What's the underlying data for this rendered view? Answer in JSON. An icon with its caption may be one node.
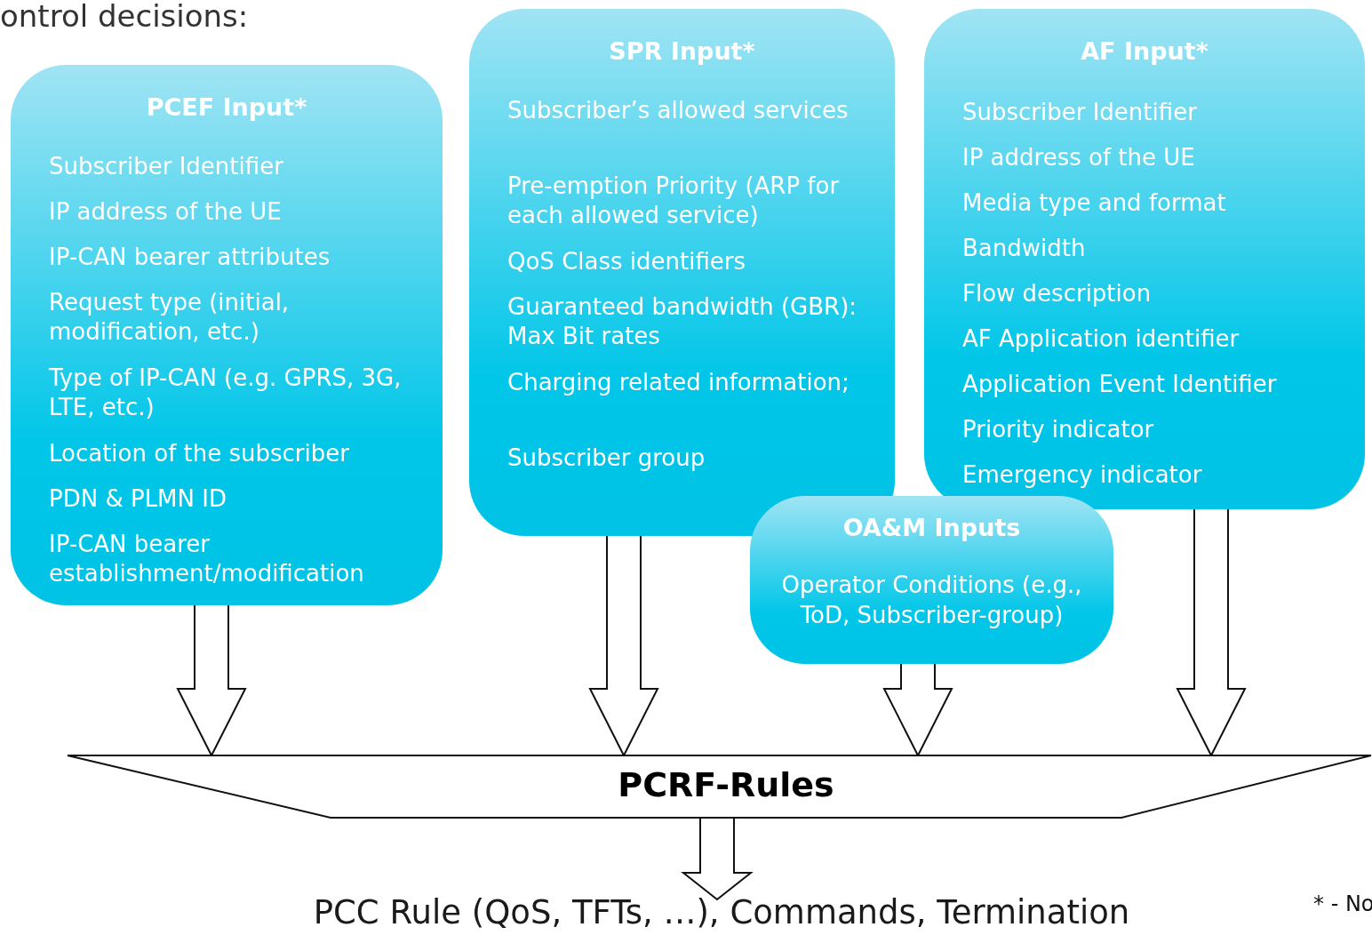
{
  "diagram": {
    "nodes": [
      {
        "text": [
          "PCEF Input*",
          "Subscriber Identifier",
          "IP address of the UE",
          "IP-CAN bearer attributes",
          "Request type (initial, modification, etc.)",
          "Type of IP-CAN (e.g. GPRS, 3G, LTE, etc.)",
          "Location of the subscriber",
          "PDN & PLMN ID",
          "IP-CAN bearer establishment/modification"
        ]
      },
      {
        "text": [
          "SPR Input*",
          "Subscriber’s allowed services",
          "Pre-emption Priority (ARP for each allowed service)",
          "QoS Class identifiers",
          "Guaranteed bandwidth (GBR): Max Bit rates",
          "Charging related information;",
          "Subscriber group"
        ]
      },
      {
        "text": [
          "AF Input*",
          "Subscriber Identifier",
          "IP address of the UE",
          "Media type and format",
          "Bandwidth",
          "Flow description",
          "AF Application identifier",
          "Application Event Identifier",
          "Priority indicator",
          "Emergency indicator"
        ]
      },
      {
        "text": [
          "OA&M Inputs",
          "Operator Conditions (e.g., ToD, Subscriber-group)"
        ]
      },
      {
        "text": [
          "PCRF-Rules"
        ]
      },
      {
        "text": [
          "PCC Rule (QoS, TFTs, …), Commands, Termination"
        ]
      }
    ],
    "edges": [
      {
        "from": 0,
        "to": 4,
        "arrow": "to"
      },
      {
        "from": 1,
        "to": 4,
        "arrow": "to"
      },
      {
        "from": 3,
        "to": 4,
        "arrow": "to"
      },
      {
        "from": 2,
        "to": 4,
        "arrow": "to"
      },
      {
        "from": 4,
        "to": 5,
        "arrow": "to"
      }
    ],
    "labels": [
      "ontrol decisions:",
      "* - No"
    ]
  }
}
